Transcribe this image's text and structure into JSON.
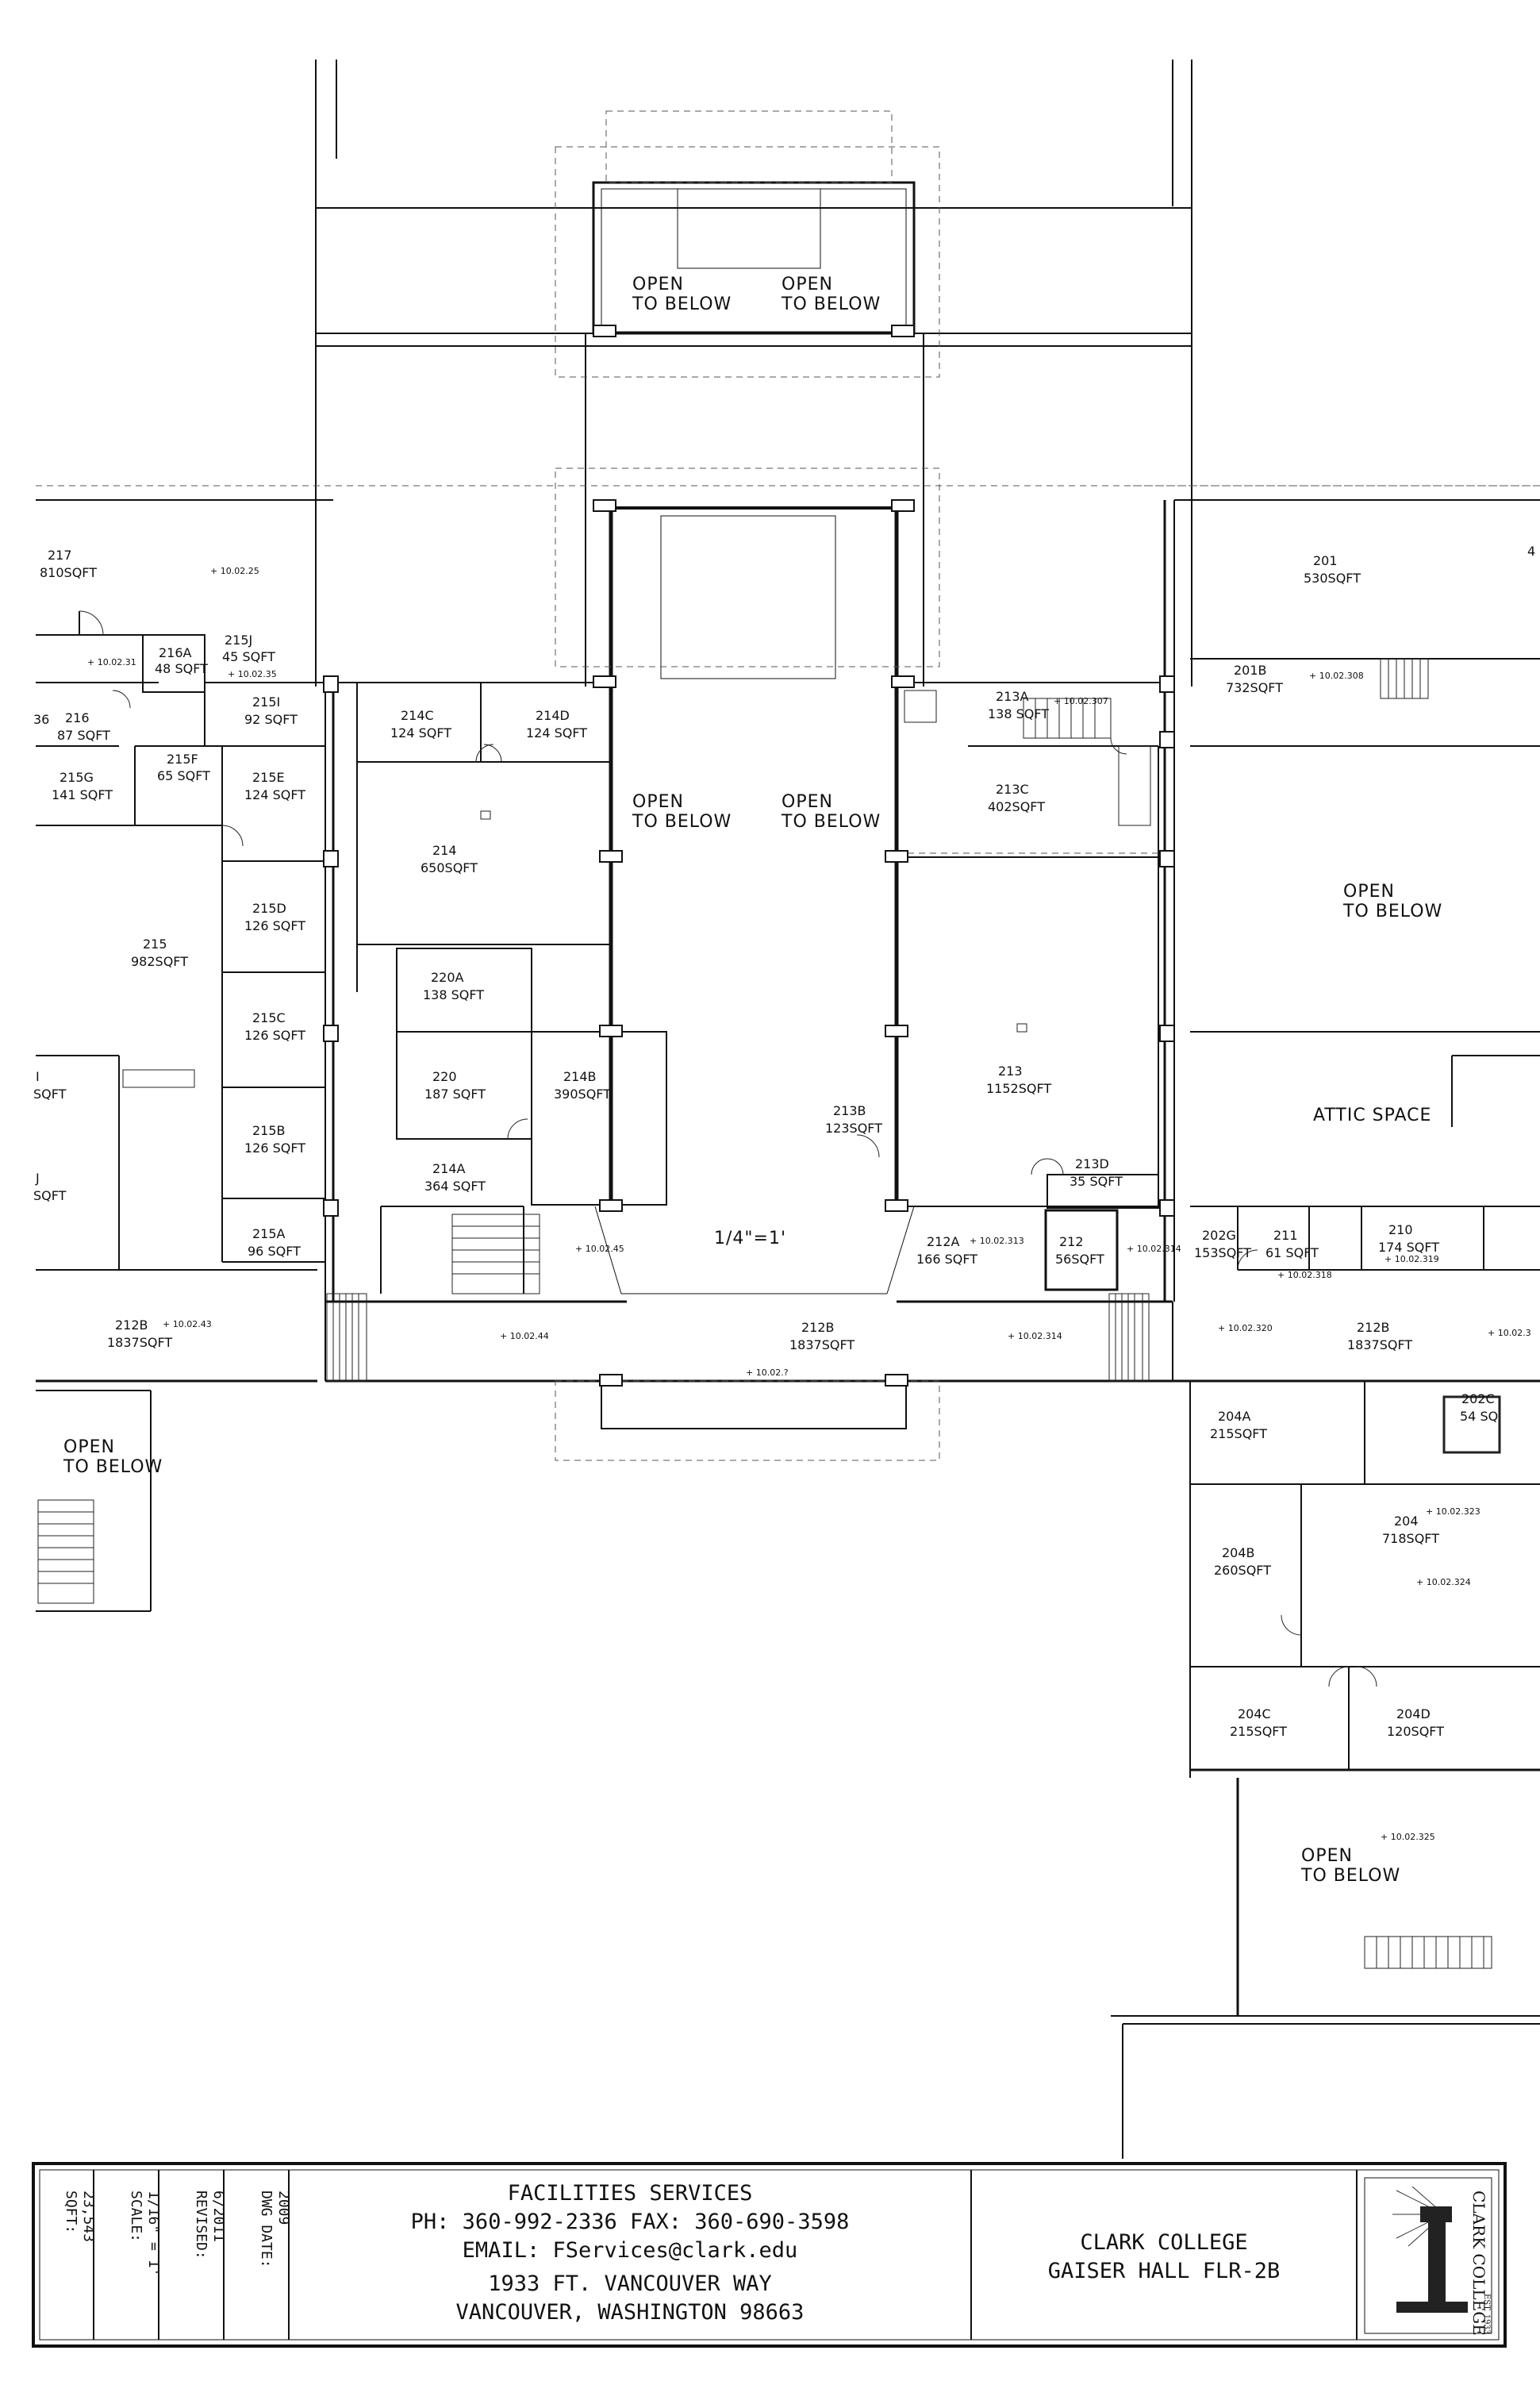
{
  "rooms": [
    {
      "number": "217",
      "area": "810SQFT"
    },
    {
      "number": "216A",
      "area": "48 SQFT"
    },
    {
      "number": "215J",
      "area": "45 SQFT"
    },
    {
      "number": "216",
      "area": "87 SQFT"
    },
    {
      "number": "215I",
      "area": "92 SQFT"
    },
    {
      "number": "215G",
      "area": "141 SQFT"
    },
    {
      "number": "215F",
      "area": "65 SQFT"
    },
    {
      "number": "215E",
      "area": "124 SQFT"
    },
    {
      "number": "215",
      "area": "982SQFT"
    },
    {
      "number": "215D",
      "area": "126 SQFT"
    },
    {
      "number": "215C",
      "area": "126 SQFT"
    },
    {
      "number": "215B",
      "area": "126 SQFT"
    },
    {
      "number": "215A",
      "area": "96 SQFT"
    },
    {
      "number": "212B",
      "area": "1837SQFT"
    },
    {
      "number": "214C",
      "area": "124 SQFT"
    },
    {
      "number": "214D",
      "area": "124 SQFT"
    },
    {
      "number": "214",
      "area": "650SQFT"
    },
    {
      "number": "220A",
      "area": "138 SQFT"
    },
    {
      "number": "220",
      "area": "187 SQFT"
    },
    {
      "number": "214B",
      "area": "390SQFT"
    },
    {
      "number": "214A",
      "area": "364 SQFT"
    },
    {
      "number": "212B",
      "area": "1837SQFT"
    },
    {
      "number": "213A",
      "area": "138 SQFT"
    },
    {
      "number": "213C",
      "area": "402SQFT"
    },
    {
      "number": "213",
      "area": "1152SQFT"
    },
    {
      "number": "213B",
      "area": "123SQFT"
    },
    {
      "number": "213D",
      "area": "35 SQFT"
    },
    {
      "number": "212A",
      "area": "166 SQFT"
    },
    {
      "number": "212",
      "area": "56SQFT"
    },
    {
      "number": "201",
      "area": "530SQFT"
    },
    {
      "number": "201B",
      "area": "732SQFT"
    },
    {
      "number": "202G",
      "area": "153SQFT"
    },
    {
      "number": "211",
      "area": "61 SQFT"
    },
    {
      "number": "210",
      "area": "174 SQFT"
    },
    {
      "number": "212B",
      "area": "1837SQFT"
    },
    {
      "number": "202C",
      "area": "54 SQ"
    },
    {
      "number": "204A",
      "area": "215SQFT"
    },
    {
      "number": "204",
      "area": "718SQFT"
    },
    {
      "number": "204B",
      "area": "260SQFT"
    },
    {
      "number": "204C",
      "area": "215SQFT"
    },
    {
      "number": "204D",
      "area": "120SQFT"
    }
  ],
  "partial_labels": {
    "p36": "36",
    "pl1": "I",
    "pl1b": "SQFT",
    "pl2": "J",
    "pl2b": "SQFT",
    "pr4": "4"
  },
  "markers": {
    "m1": "10.02.25",
    "m2": "10.02.31",
    "m3": "10.02.35",
    "m4": "10.02.43",
    "m5": "10.02.44",
    "m6": "10.02.45",
    "m7": "10.02.?",
    "m8": "10.02.313",
    "m9": "10.02.314",
    "m10": "10.02.314",
    "m11": "10.02.307",
    "m12": "10.02.308",
    "m13": "10.02.318",
    "m14": "10.02.319",
    "m15": "10.02.320",
    "m16": "10.02.3",
    "m17": "10.02.323",
    "m18": "10.02.324",
    "m19": "10.02.325"
  },
  "area_labels": {
    "open1a": "OPEN",
    "open1b": "TO BELOW",
    "open2a": "OPEN",
    "open2b": "TO BELOW",
    "open3a": "OPEN",
    "open3b": "TO BELOW",
    "open4a": "OPEN",
    "open4b": "TO BELOW",
    "open5a": "OPEN",
    "open5b": "TO BELOW",
    "open6a": "OPEN",
    "open6b": "TO BELOW",
    "open7a": "OPEN",
    "open7b": "TO BELOW",
    "attic": "ATTIC SPACE",
    "scale_note": "1/4\"=1'"
  },
  "title_block": {
    "sqft_label": "SQFT:",
    "sqft_value": "23,543",
    "scale_label": "SCALE:",
    "scale_value": "1/16\" = 1'",
    "revised_label": "REVISED:",
    "revised_value": "6/2011",
    "dwg_label": "DWG DATE:",
    "dwg_value": "2009",
    "dept": "FACILITIES SERVICES",
    "phone": "PH: 360-992-2336    FAX: 360-690-3598",
    "email": "EMAIL: FServices@clark.edu",
    "addr1": "1933 FT. VANCOUVER WAY",
    "addr2": "VANCOUVER, WASHINGTON 98663",
    "college": "CLARK COLLEGE",
    "building": "GAISER HALL FLR-2B",
    "logo_text": "CLARK COLLEGE",
    "logo_sub": "EST. 1933"
  }
}
